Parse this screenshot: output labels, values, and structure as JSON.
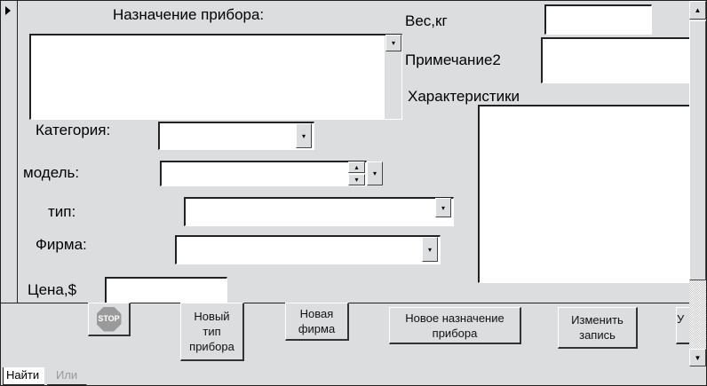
{
  "labels": {
    "purpose": "Назначение прибора:",
    "weight": "Вес,кг",
    "note": "Примечание2",
    "specs": "Характеристики",
    "category": "Категория:",
    "model": "модель:",
    "type": "тип:",
    "firm": "Фирма:",
    "price": "Цена,$"
  },
  "buttons": {
    "stop": "STOP",
    "new_type": "Новый тип прибора",
    "new_firm": "Новая фирма",
    "new_purpose": "Новое назначение прибора",
    "edit": "Изменить запись",
    "cut": "У"
  },
  "tabs": {
    "find": "Найти",
    "or": "Или"
  }
}
